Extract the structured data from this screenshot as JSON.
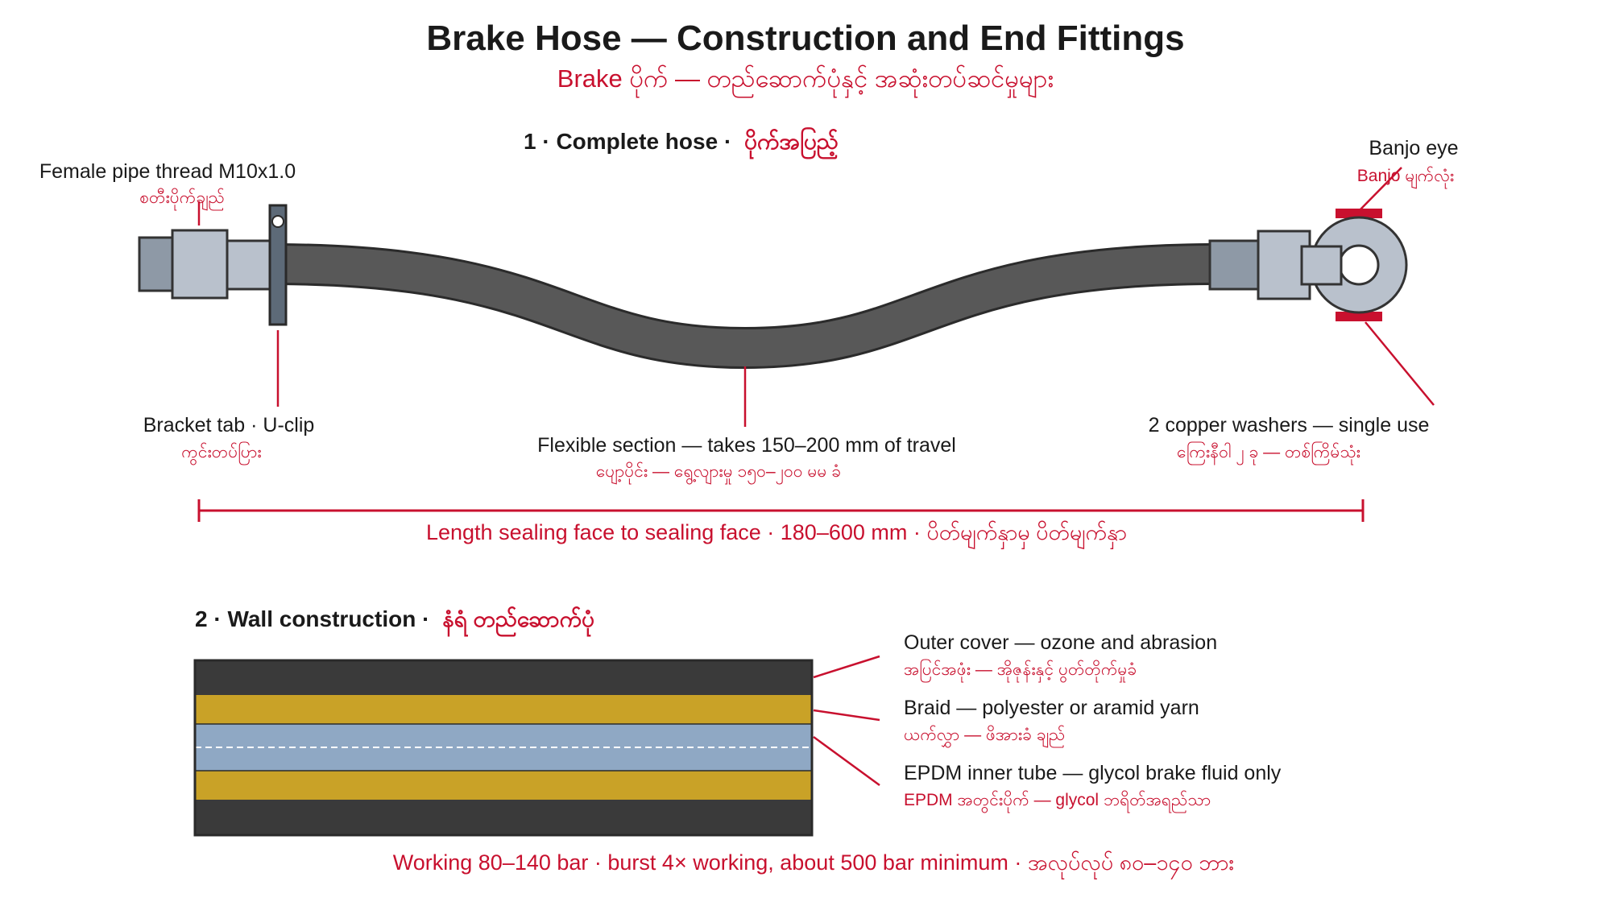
{
  "title": {
    "en": "Brake Hose — Construction and End Fittings",
    "my": "Brake ပိုက် — တည်ဆောက်ပုံနှင့် အဆုံးတပ်ဆင်မှုများ"
  },
  "section1": {
    "heading_en": "1 · Complete hose ·",
    "heading_my": "ပိုက်အပြည့်",
    "labels": {
      "female_thread": {
        "en": "Female pipe thread M10x1.0",
        "my": "စတီးပိုက်ချည်"
      },
      "banjo_eye": {
        "en": "Banjo eye",
        "my": "Banjo မျက်လုံး"
      },
      "bracket_tab": {
        "en": "Bracket tab · U-clip",
        "my": "ကွင်းတပ်ပြား"
      },
      "flexible": {
        "en": "Flexible section — takes 150–200 mm of travel",
        "my": "ပျော့ပိုင်း — ရွေ့လျားမှု ၁၅၀–၂၀၀ မမ ခံ"
      },
      "washers": {
        "en": "2 copper washers — single use",
        "my": "ကြေးနီဝါ ၂ ခု — တစ်ကြိမ်သုံး"
      }
    },
    "length": "Length sealing face to sealing face · 180–600 mm · ပိတ်မျက်နှာမှ ပိတ်မျက်နှာ"
  },
  "section2": {
    "heading_en": "2 · Wall construction ·",
    "heading_my": "နံရံ တည်ဆောက်ပုံ",
    "layers": {
      "outer": {
        "en": "Outer cover — ozone and abrasion",
        "my": "အပြင်အဖုံး — အိုဇုန်းနှင့် ပွတ်တိုက်မှုခံ"
      },
      "braid": {
        "en": "Braid — polyester or aramid yarn",
        "my": "ယက်လွှာ — ဖိအားခံ ချည်"
      },
      "inner": {
        "en": "EPDM inner tube — glycol brake fluid only",
        "my": "EPDM အတွင်းပိုက် — glycol ဘရိတ်အရည်သာ"
      }
    },
    "pressure": "Working 80–140 bar · burst 4× working, about 500 bar minimum · အလုပ်လုပ် ၈၀–၁၄၀ ဘား"
  },
  "colors": {
    "accent": "#c8102e",
    "hose": "#505050",
    "hose_edge": "#2b2b2b",
    "steel_dark": "#8e99a6",
    "steel_light": "#b9c1cc",
    "clip": "#5d6a78",
    "cover": "#3a3a3a",
    "braid": "#c9a227",
    "inner_tube": "#8fa8c4"
  }
}
